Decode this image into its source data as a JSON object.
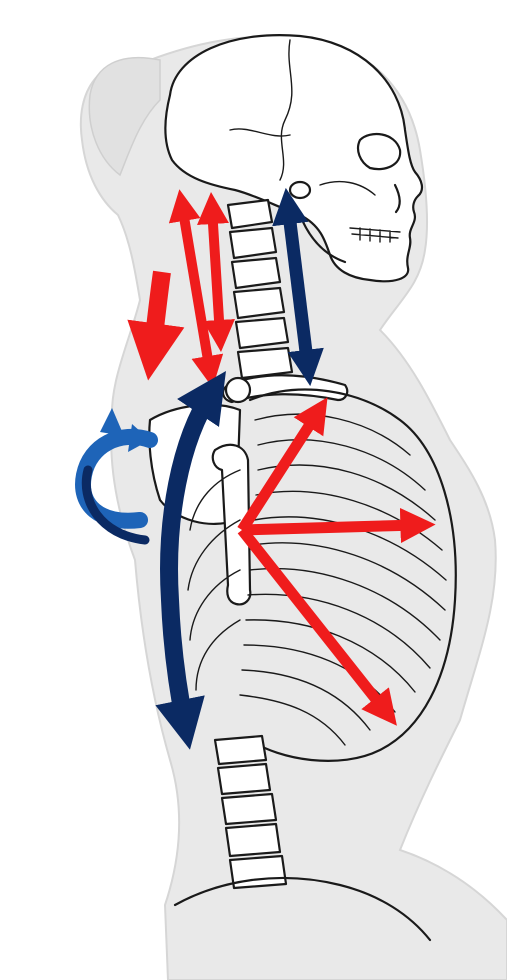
{
  "figure": {
    "subject": "skeleton-upper-body-profile",
    "colors": {
      "background": "#ffffff",
      "silhouette": "#e9e9e9",
      "outline": "#1a1a1a",
      "red_arrow": "#ef1c1c",
      "navy_arrow": "#0b2a63",
      "blue_rotation": "#1e64b8"
    },
    "arrows": [
      {
        "id": "neck-back-double",
        "color": "red",
        "kind": "double"
      },
      {
        "id": "neck-inner-double",
        "color": "red",
        "kind": "double"
      },
      {
        "id": "upper-trap-down",
        "color": "red",
        "kind": "single"
      },
      {
        "id": "neck-front-double",
        "color": "navy",
        "kind": "double"
      },
      {
        "id": "back-long-double",
        "color": "navy",
        "kind": "double"
      },
      {
        "id": "chest-up",
        "color": "red",
        "kind": "single"
      },
      {
        "id": "chest-forward",
        "color": "red",
        "kind": "single"
      },
      {
        "id": "chest-down",
        "color": "red",
        "kind": "single"
      },
      {
        "id": "shoulder-rotation",
        "color": "blue",
        "kind": "rotation"
      }
    ]
  }
}
